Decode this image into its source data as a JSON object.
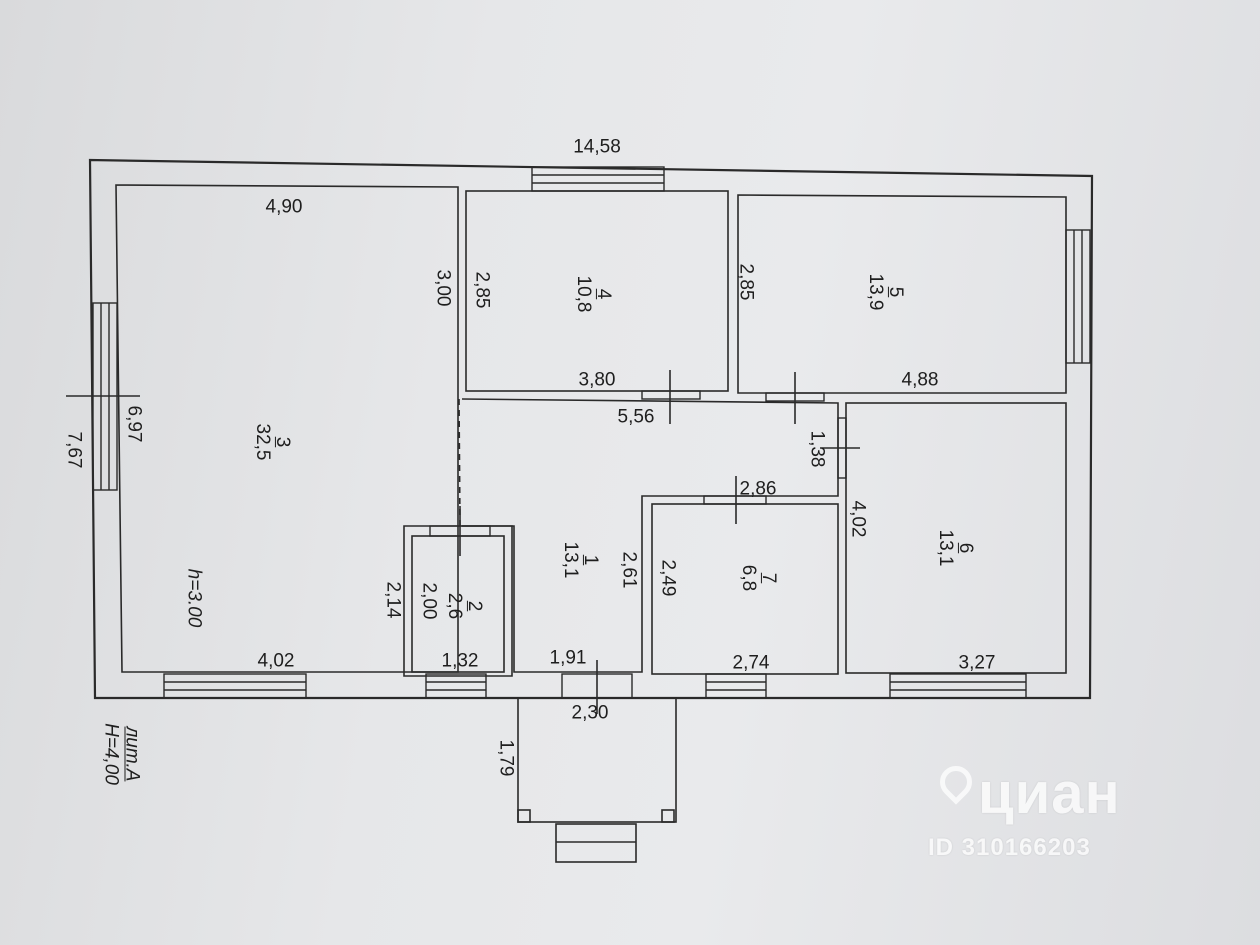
{
  "dimensions": {
    "outer_width": "14,58",
    "outer_depth": "7,67",
    "r3_width": "4,90",
    "r3_depth": "6,97",
    "r3_bottom": "4,02",
    "r3_partition": "3,00",
    "r4_left": "2,85",
    "r4_bottom": "3,80",
    "r5_left": "2,85",
    "r5_bottom": "4,88",
    "hall_width": "5,56",
    "hall_right": "1,38",
    "r2_width": "1,32",
    "r2_depth": "2,00",
    "r2_outer": "2,14",
    "r1_bottom": "1,91",
    "r1_right": "2,61",
    "r7_top": "2,86",
    "r7_left": "2,49",
    "r7_bottom": "2,74",
    "r6_left": "4,02",
    "r6_bottom": "3,27",
    "porch_width": "2,30",
    "porch_depth": "1,79"
  },
  "rooms": [
    {
      "id": "3",
      "area": "32,5"
    },
    {
      "id": "4",
      "area": "10,8"
    },
    {
      "id": "5",
      "area": "13,9"
    },
    {
      "id": "1",
      "area": "13,1"
    },
    {
      "id": "2",
      "area": "2,6"
    },
    {
      "id": "7",
      "area": "6,8"
    },
    {
      "id": "6",
      "area": "13,1"
    }
  ],
  "notes": {
    "ceiling_height": "h=3.00",
    "letter": "лит.А",
    "height": "H=4,00"
  },
  "watermark": {
    "brand": "циан",
    "id": "ID 310166203"
  }
}
